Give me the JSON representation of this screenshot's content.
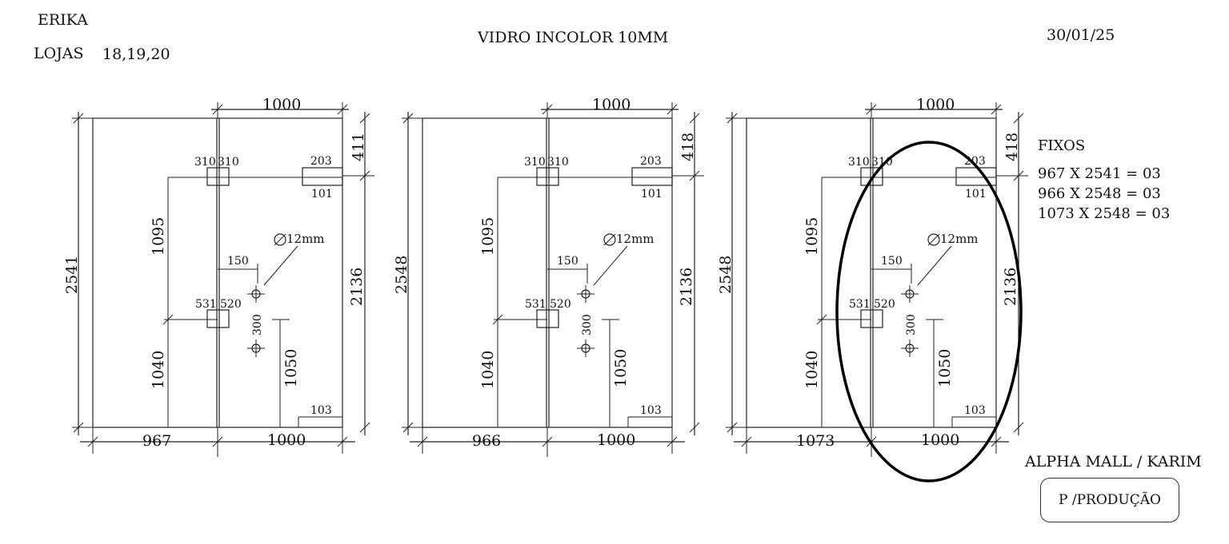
{
  "header": {
    "client": "ERIKA",
    "stores_label": "LOJAS",
    "stores_value": "18,19,20",
    "title": "VIDRO INCOLOR 10MM",
    "date": "30/01/25"
  },
  "panels": [
    {
      "left_width": "967",
      "right_width": "1000",
      "top_width": "1000",
      "total_height": "2541",
      "top_offset": "411",
      "right_height": "2136",
      "h_1095": "1095",
      "h_1040": "1040",
      "h_1050": "1050",
      "c_310a": "310",
      "c_310b": "310",
      "c_203": "203",
      "c_101": "101",
      "c_150": "150",
      "c_531": "531",
      "c_520": "520",
      "c_300": "300",
      "c_103": "103",
      "hole": "12mm"
    },
    {
      "left_width": "966",
      "right_width": "1000",
      "top_width": "1000",
      "total_height": "2548",
      "top_offset": "418",
      "right_height": "2136",
      "h_1095": "1095",
      "h_1040": "1040",
      "h_1050": "1050",
      "c_310a": "310",
      "c_310b": "310",
      "c_203": "203",
      "c_101": "101",
      "c_150": "150",
      "c_531": "531",
      "c_520": "520",
      "c_300": "300",
      "c_103": "103",
      "hole": "12mm"
    },
    {
      "left_width": "1073",
      "right_width": "1000",
      "top_width": "1000",
      "total_height": "2548",
      "top_offset": "418",
      "right_height": "2136",
      "h_1095": "1095",
      "h_1040": "1040",
      "h_1050": "1050",
      "c_310a": "310",
      "c_310b": "310",
      "c_203": "203",
      "c_101": "101",
      "c_150": "150",
      "c_531": "531",
      "c_520": "520",
      "c_300": "300",
      "c_103": "103",
      "hole": "12mm"
    }
  ],
  "notes": {
    "title": "FIXOS",
    "lines": [
      "967 X 2541 = 03",
      "966 X 2548 = 03",
      "1073 X 2548 = 03"
    ]
  },
  "footer": {
    "project": "ALPHA MALL / KARIM",
    "status_badge": "P /PRODUÇÃO"
  }
}
